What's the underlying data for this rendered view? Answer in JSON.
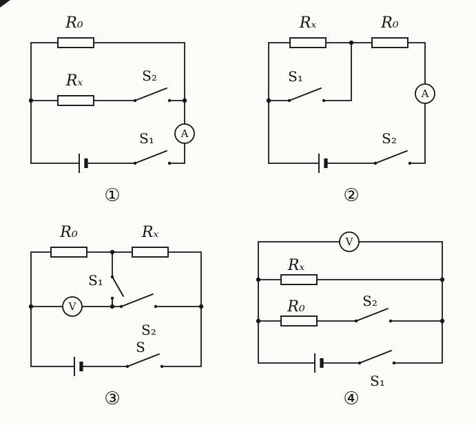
{
  "colors": {
    "ink": "#151515",
    "paper": "#fbfbf9"
  },
  "circuit1": {
    "number": "①",
    "labels": {
      "r0": "R₀",
      "rx": "Rₓ",
      "s2": "S₂",
      "s1": "S₁",
      "meter": "A"
    }
  },
  "circuit2": {
    "number": "②",
    "labels": {
      "rx": "Rₓ",
      "r0": "R₀",
      "s1": "S₁",
      "s2": "S₂",
      "meter": "A"
    }
  },
  "circuit3": {
    "number": "③",
    "labels": {
      "r0": "R₀",
      "rx": "Rₓ",
      "s1": "S₁",
      "s2": "S₂",
      "s": "S",
      "meter": "V"
    }
  },
  "circuit4": {
    "number": "④",
    "labels": {
      "meter": "V",
      "rx": "Rₓ",
      "r0": "R₀",
      "s2": "S₂",
      "s1": "S₁"
    }
  }
}
